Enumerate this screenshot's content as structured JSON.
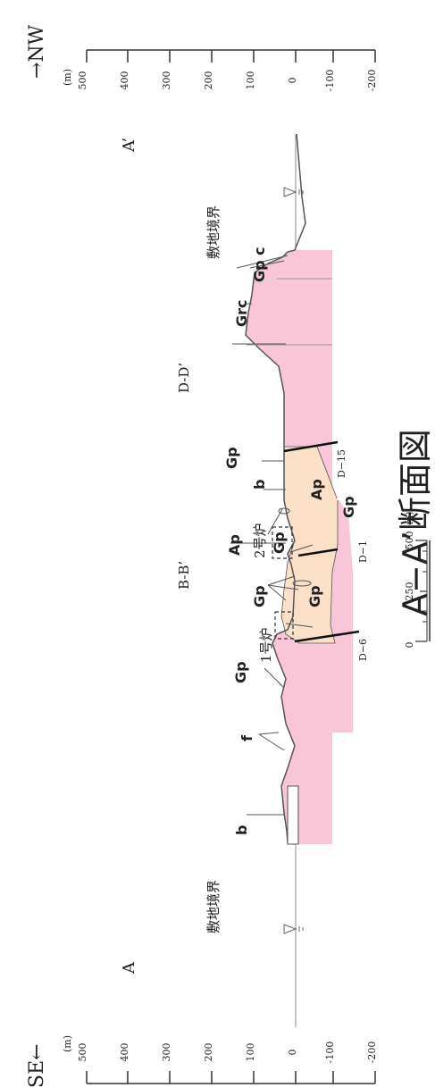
{
  "direction": {
    "left": "SE←",
    "right": "→NW"
  },
  "section_title": "A−A’断面図",
  "ends": {
    "start": "A",
    "end": "A’"
  },
  "elevation_scale": {
    "unit": "(m)",
    "ticks": [
      "500",
      "400",
      "300",
      "200",
      "100",
      "0",
      "-100",
      "-200"
    ]
  },
  "horizontal_scale": {
    "unit": "(m)",
    "ticks": [
      "0",
      "250",
      "500"
    ]
  },
  "boundary_label": "敷地境界",
  "cross_sections": [
    "B-B’",
    "D-D’"
  ],
  "reactors": [
    "1号炉",
    "2号炉"
  ],
  "boreholes": [
    "D−6",
    "D−1",
    "D−15"
  ],
  "geology_labels": {
    "b": "b",
    "f": "f",
    "Gp": "Gp",
    "Ap": "Ap",
    "Grc": "Grc",
    "Gpc": "Gp c"
  },
  "colors": {
    "granite": "#f9c6d8",
    "andesite": "#fbe0c8",
    "line": "#333333"
  }
}
